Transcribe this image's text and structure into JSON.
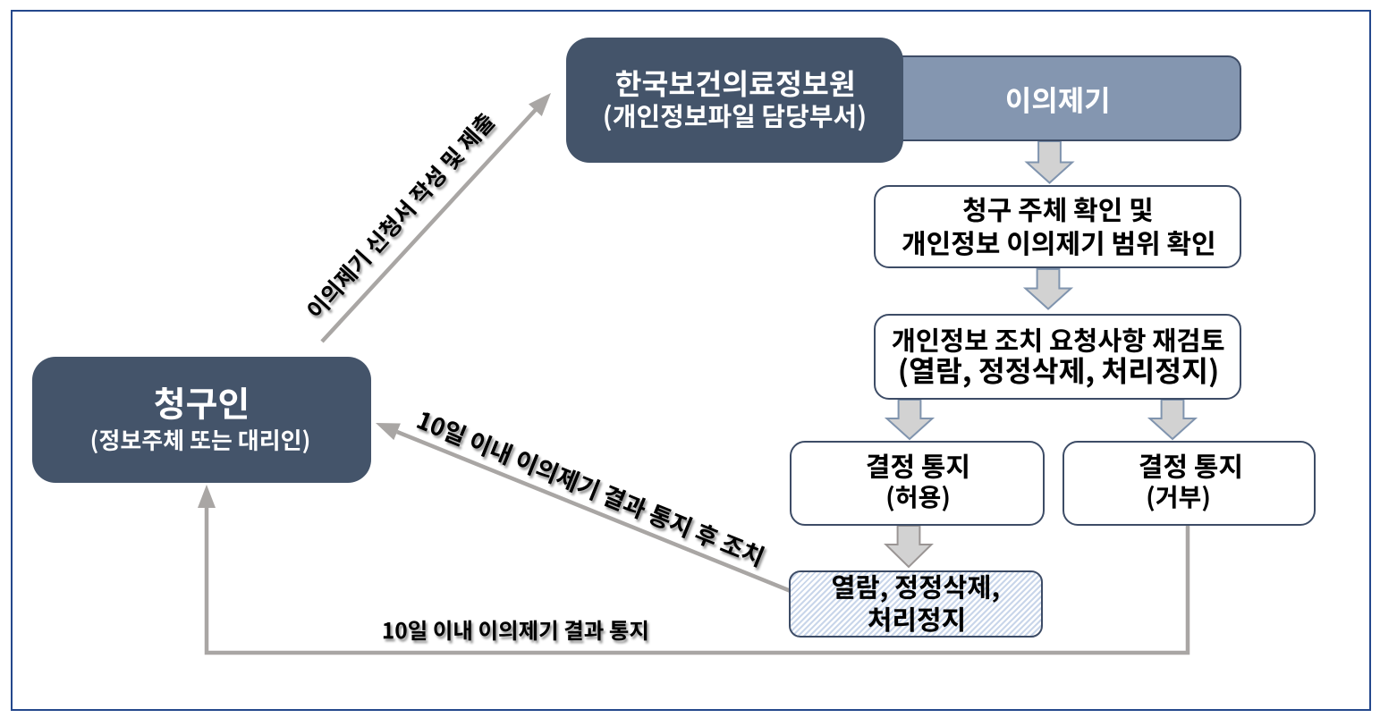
{
  "diagram": {
    "nodes": {
      "org": {
        "title": "한국보건의료정보원",
        "subtitle": "(개인정보파일 담당부서)"
      },
      "appeal": {
        "label": "이의제기"
      },
      "check": {
        "line1": "청구 주체 확인 및",
        "line2": "개인정보 이의제기 범위 확인"
      },
      "review": {
        "line1": "개인정보 조치 요청사항 재검토",
        "line2": "(열람, 정정삭제, 처리정지)"
      },
      "allow": {
        "line1": "결정 통지",
        "line2": "(허용)"
      },
      "deny": {
        "line1": "결정 통지",
        "line2": "(거부)"
      },
      "action": {
        "line1": "열람, 정정삭제,",
        "line2": "처리정지"
      },
      "claimant": {
        "title": "청구인",
        "subtitle": "(정보주체 또는 대리인)"
      }
    },
    "edge_labels": {
      "submit": "이의제기 신청서 작성 및 제출",
      "notify_act": "10일 이내 이의제기 결과 통지 후 조치",
      "notify": "10일 이내 이의제기 결과 통지"
    },
    "colors": {
      "dark_node": "#44546A",
      "light_node": "#8496B0",
      "node_border": "#3D4C66",
      "frame": "#24488C",
      "connector": "#A9A6A4",
      "block_arrow_fill": "#D2D2D2",
      "block_arrow_border": "#8094AE",
      "hatch_stripe": "#C9D6EA"
    }
  }
}
